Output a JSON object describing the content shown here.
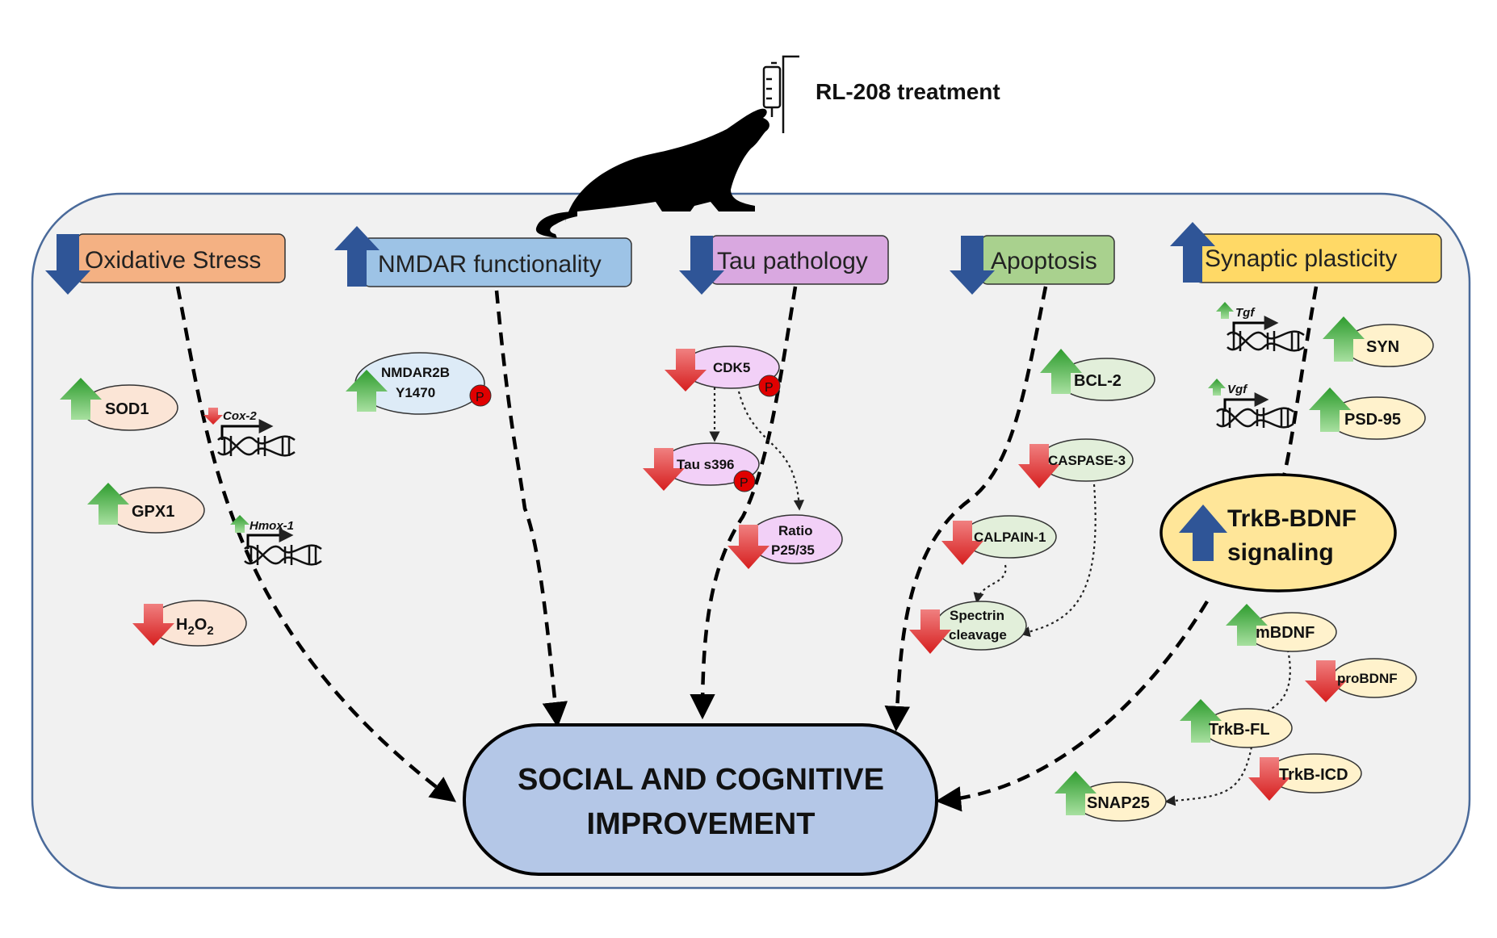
{
  "header": {
    "treatment_label": "RL-208 treatment"
  },
  "outcome": {
    "line1": "SOCIAL AND COGNITIVE",
    "line2": "IMPROVEMENT"
  },
  "categories": {
    "oxidative": "Oxidative  Stress",
    "nmdar": "NMDAR functionality",
    "tau": "Tau pathology",
    "apoptosis": "Apoptosis",
    "synaptic": "Synaptic plasticity"
  },
  "nodes": {
    "sod1": "SOD1",
    "gpx1": "GPX1",
    "h2o2": {
      "h": "H",
      "two_a": "2",
      "o": "O",
      "two_b": "2"
    },
    "nmdar2b_line1": "NMDAR2B",
    "nmdar2b_line2": "Y1470",
    "cdk5": "CDK5",
    "tau_s396": "Tau s396",
    "ratio_line1": "Ratio",
    "ratio_line2": "P25/35",
    "bcl2": "BCL-2",
    "caspase3": "CASPASE-3",
    "calpain1": "CALPAIN-1",
    "spectrin_line1": "Spectrin",
    "spectrin_line2": "cleavage",
    "syn": "SYN",
    "psd95": "PSD-95",
    "trkb_bdnf_line1": "TrkB-BDNF",
    "trkb_bdnf_line2": "signaling",
    "mbdnf": "mBDNF",
    "probdnf": "proBDNF",
    "trkb_fl": "TrkB-FL",
    "trkb_icd": "TrkB-ICD",
    "snap25": "SNAP25"
  },
  "genes": {
    "cox2": "Cox-2",
    "hmox1": "Hmox-1",
    "tgf": "Tgf",
    "vgf": "Vgf"
  },
  "phospho_mark": "P",
  "colors": {
    "panel_bg": "#f1f1f1",
    "panel_border": "#4a6a9a",
    "oxidative": "#f4b183",
    "nmdar": "#9dc3e6",
    "tau": "#d9a8e0",
    "apoptosis": "#a9d18e",
    "synaptic": "#ffd966",
    "outcome_fill": "#b4c7e7",
    "arrow_blue": "#2f5597",
    "arrow_up_green": "#3aa53a",
    "arrow_down_red": "#d62828",
    "phospho_red": "#e00000"
  }
}
